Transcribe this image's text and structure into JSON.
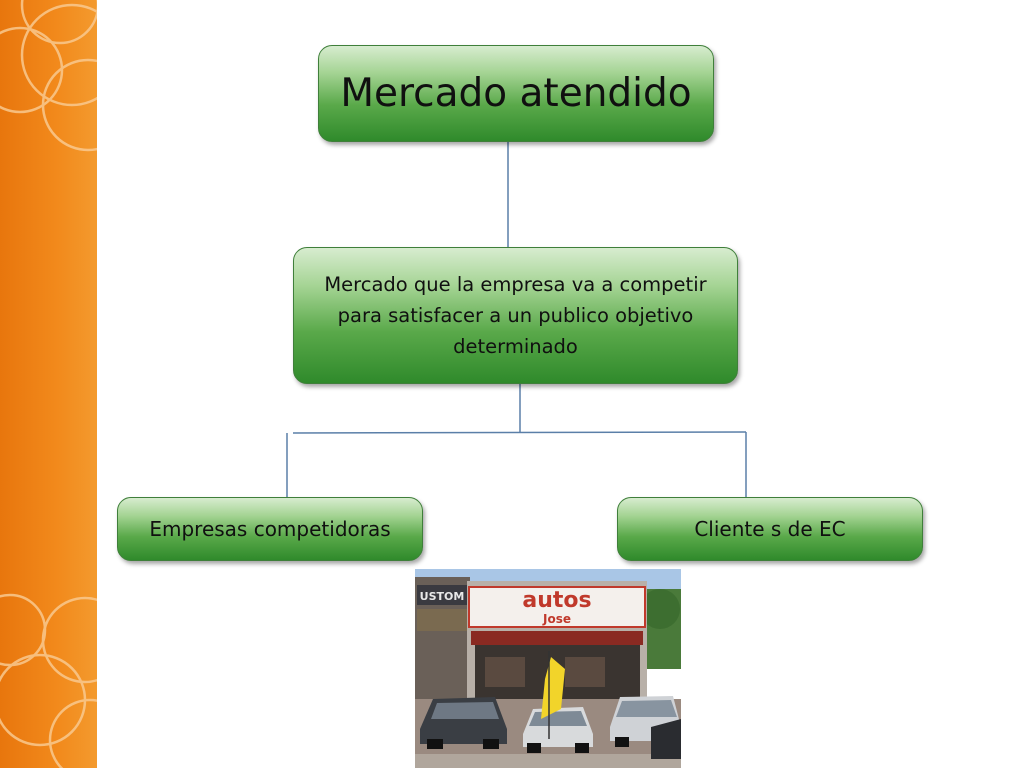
{
  "diagram": {
    "root": {
      "label": "Mercado atendido"
    },
    "middle": {
      "label": "Mercado que la empresa va a competir para satisfacer a un publico objetivo determinado"
    },
    "children": [
      {
        "label": "Empresas competidoras"
      },
      {
        "label": "Cliente s de EC"
      }
    ]
  },
  "photo": {
    "sign_main": "autos",
    "sign_sub": "Jose",
    "sign_side": "USTOM"
  },
  "colors": {
    "strip": "#f28a1c",
    "node_green": "#5aa94a",
    "node_border": "#3f7f3a",
    "connector": "#5a7fa8"
  }
}
